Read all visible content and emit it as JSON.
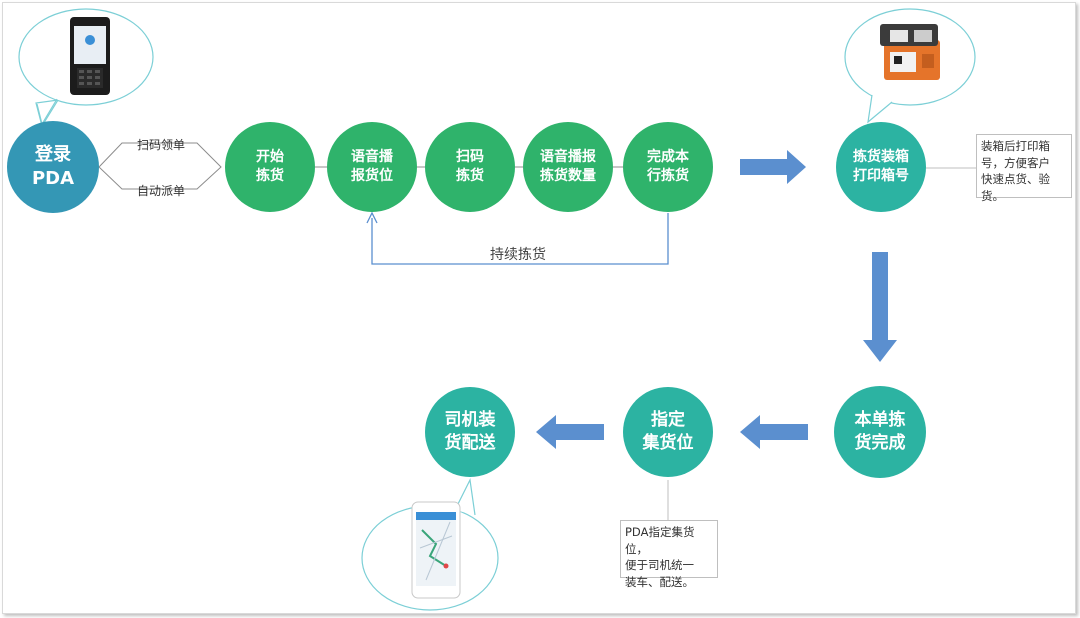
{
  "nodes": {
    "login": "登录\nPDA",
    "start_pick": "开始\n拣货",
    "voice_location": "语音播\n报货位",
    "scan_pick": "扫码\n拣货",
    "voice_quantity": "语音播报\n拣货数量",
    "finish_line": "完成本\n行拣货",
    "pack_print": "拣货装箱\n打印箱号",
    "order_done": "本单拣\n货完成",
    "assign_slot": "指定\n集货位",
    "driver_delivery": "司机装\n货配送"
  },
  "labels": {
    "scan_order": "扫码领单",
    "auto_dispatch": "自动派单",
    "continue_pick": "持续拣货"
  },
  "notes": {
    "print_note": "装箱后打印箱\n号，方便客户\n快速点货、验\n货。",
    "slot_note": "PDA指定集货位，\n便于司机统一\n装车、配送。"
  },
  "colors": {
    "green": "#2fb36b",
    "teal": "#2cb3a2",
    "blue": "#3497b5",
    "arrow": "#5b8fcf"
  }
}
